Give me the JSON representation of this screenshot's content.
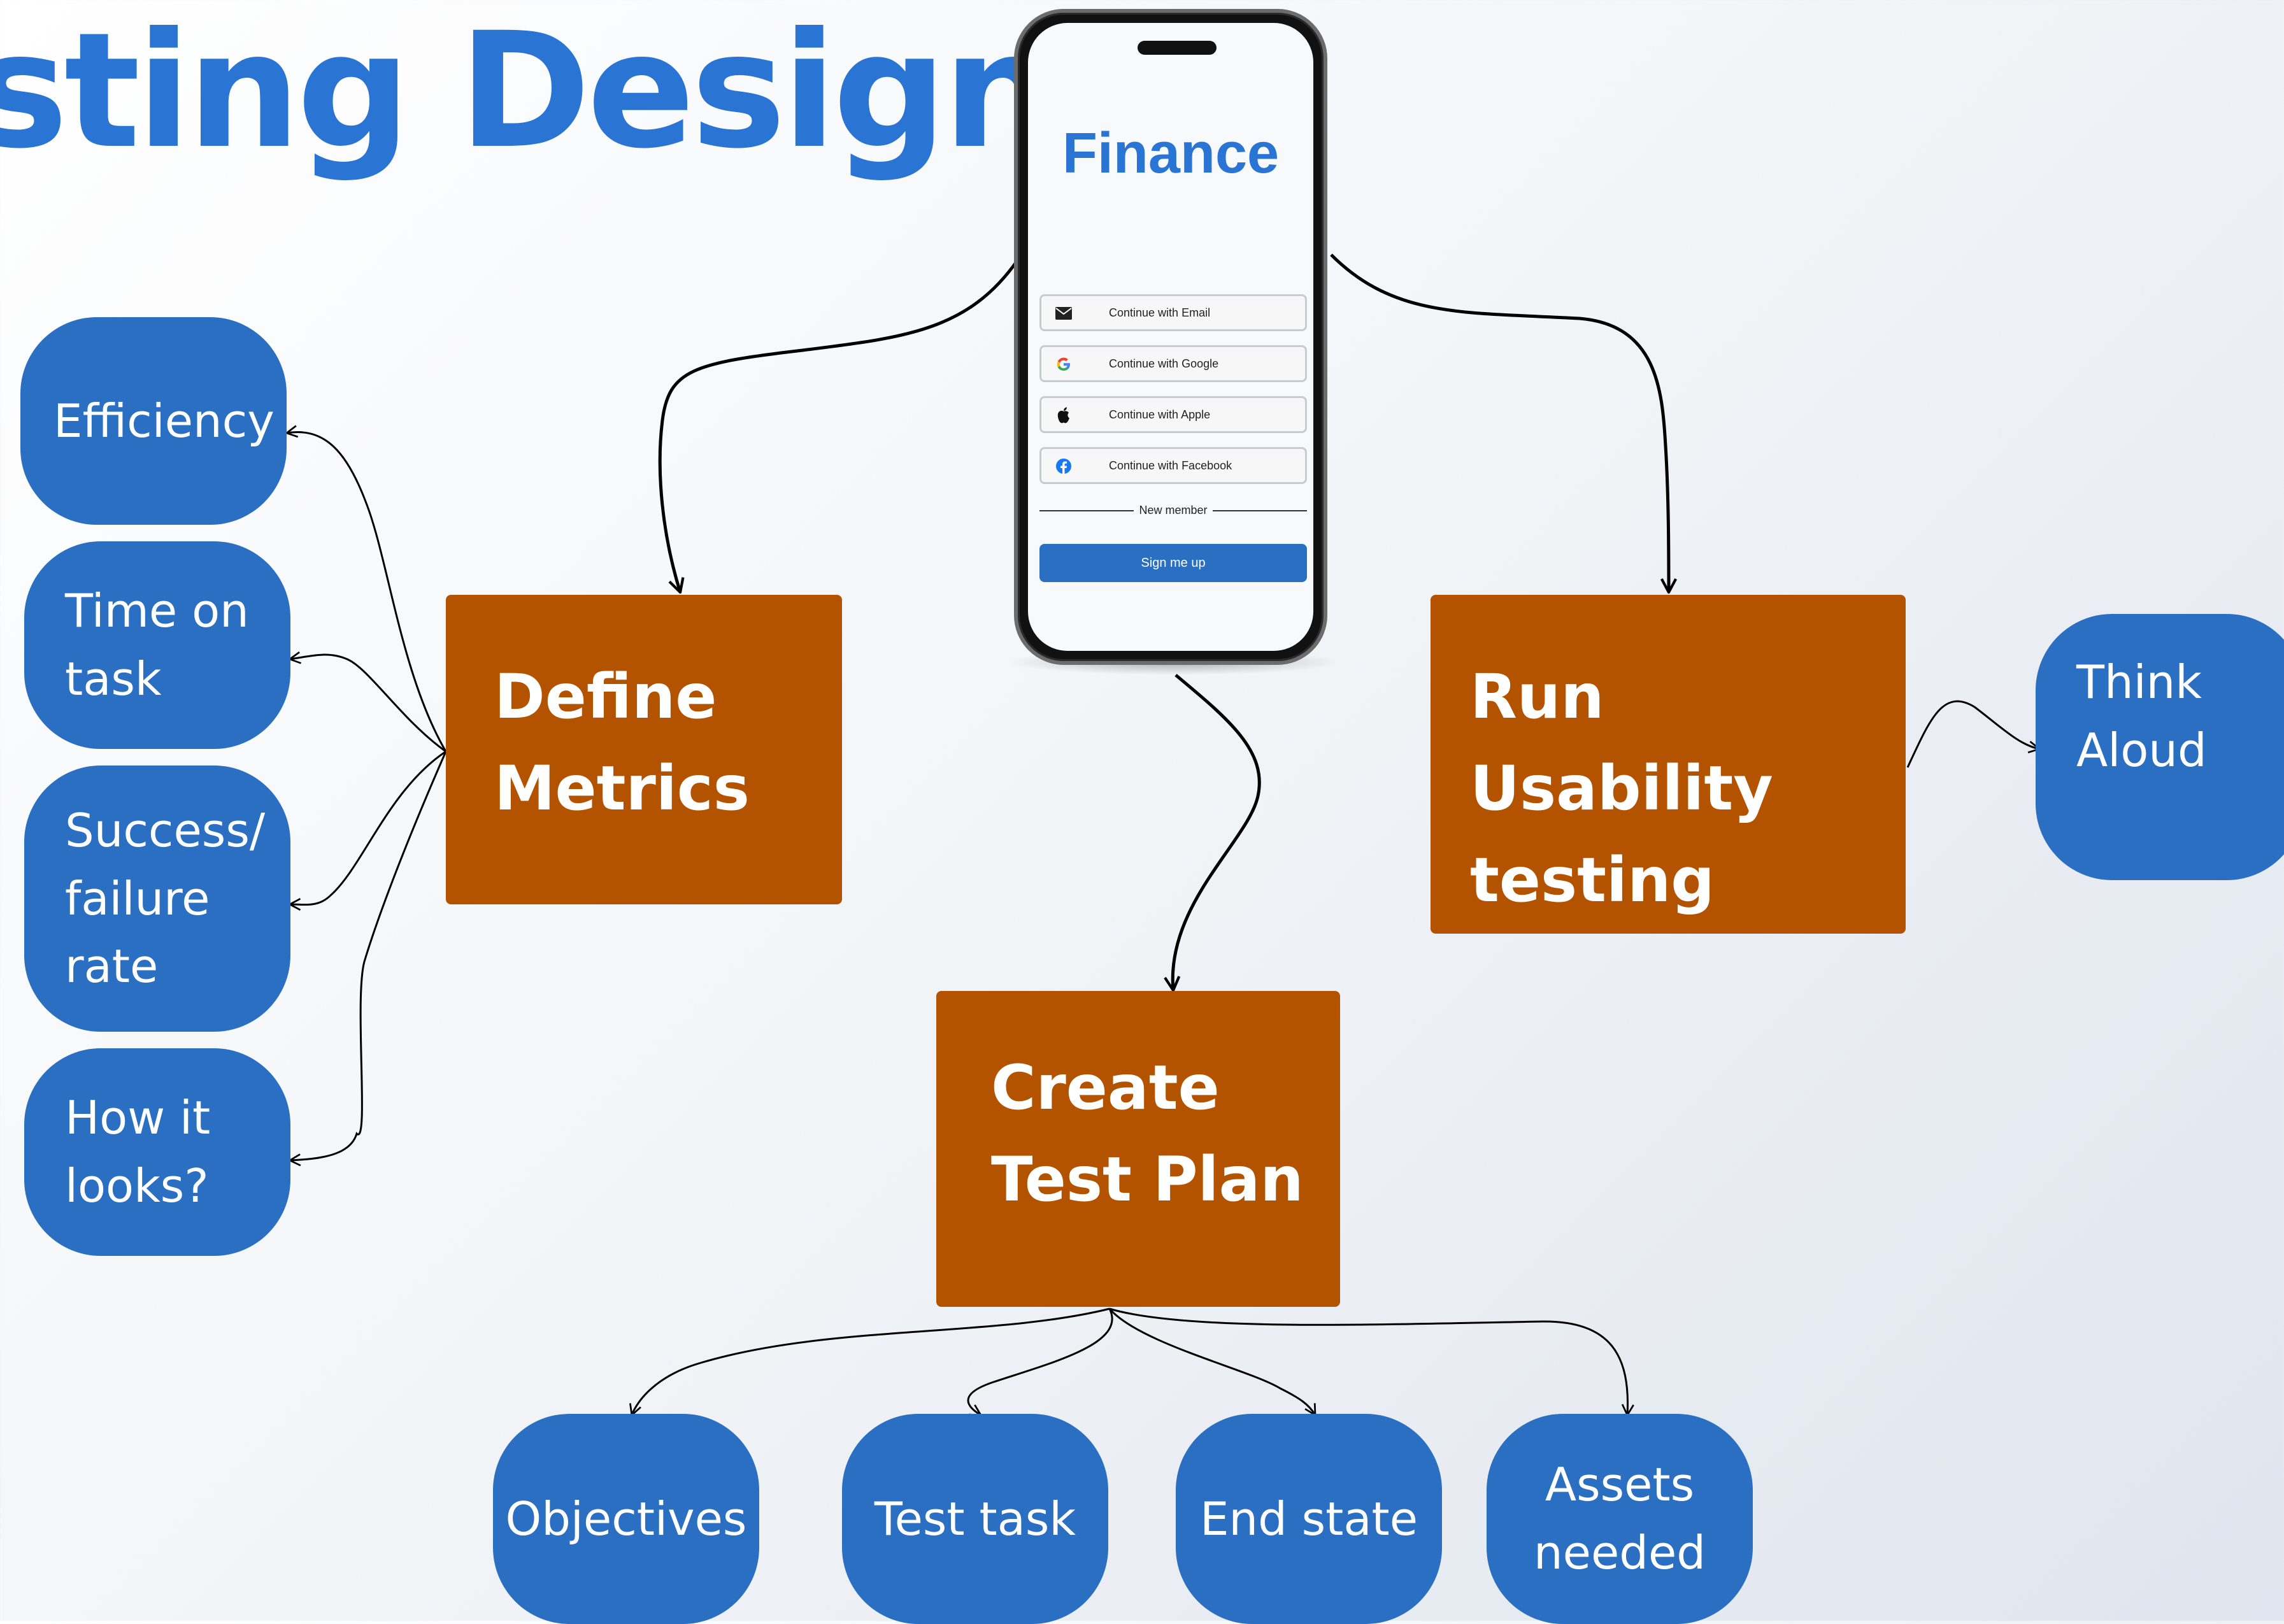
{
  "title": "sting Design",
  "center_boxes": {
    "define": [
      "Define",
      "Metrics"
    ],
    "run": [
      "Run Usability",
      "testing"
    ],
    "plan": [
      "Create",
      "Test Plan"
    ]
  },
  "metrics": {
    "efficiency": [
      "Efficiency"
    ],
    "time_on_task": [
      "Time on",
      "task"
    ],
    "success": [
      "Success/",
      "failure",
      "rate"
    ],
    "looks": [
      "How it",
      "looks?"
    ]
  },
  "usability_methods": {
    "think_aloud": [
      "Think",
      "Aloud"
    ]
  },
  "plan_items": {
    "objectives": [
      "Objectives"
    ],
    "test_task": [
      "Test task"
    ],
    "end_state": [
      "End state"
    ],
    "assets": [
      "Assets",
      "needed"
    ]
  },
  "phone": {
    "app_title": "Finance",
    "buttons": [
      {
        "label": "Continue with Email",
        "icon": "envelope-icon"
      },
      {
        "label": "Continue with Google",
        "icon": "google-icon"
      },
      {
        "label": "Continue with Apple",
        "icon": "apple-icon"
      },
      {
        "label": "Continue with Facebook",
        "icon": "facebook-icon"
      }
    ],
    "divider_label": "New member",
    "signup_label": "Sign me up"
  },
  "colors": {
    "title_blue": "#2a74d3",
    "pill_blue": "#2a6fc2",
    "box_orange": "#b35300"
  }
}
